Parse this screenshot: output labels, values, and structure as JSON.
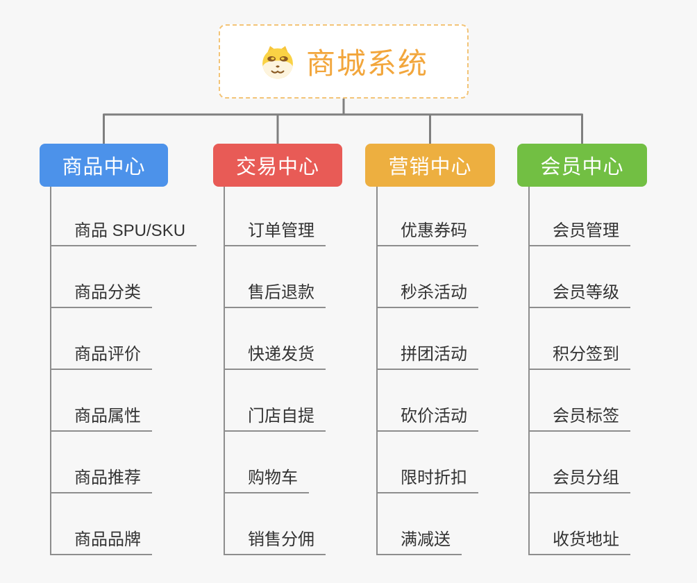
{
  "root": {
    "title": "商城系统",
    "icon": "doge-icon"
  },
  "columns": [
    {
      "label": "商品中心",
      "color": "#4c92ea",
      "items": [
        "商品 SPU/SKU",
        "商品分类",
        "商品评价",
        "商品属性",
        "商品推荐",
        "商品品牌"
      ]
    },
    {
      "label": "交易中心",
      "color": "#e85b56",
      "items": [
        "订单管理",
        "售后退款",
        "快递发货",
        "门店自提",
        "购物车",
        "销售分佣"
      ]
    },
    {
      "label": "营销中心",
      "color": "#edaf40",
      "items": [
        "优惠券码",
        "秒杀活动",
        "拼团活动",
        "砍价活动",
        "限时折扣",
        "满减送"
      ]
    },
    {
      "label": "会员中心",
      "color": "#72bf43",
      "items": [
        "会员管理",
        "会员等级",
        "积分签到",
        "会员标签",
        "会员分组",
        "收货地址"
      ]
    }
  ],
  "theme": {
    "background": "#f7f7f7",
    "root_title_color": "#f2a63c",
    "root_border_color": "#f3c477",
    "connector_color": "#7f7f7f",
    "leaf_line_color": "#8d8d8d",
    "leaf_text_color": "#333333"
  }
}
